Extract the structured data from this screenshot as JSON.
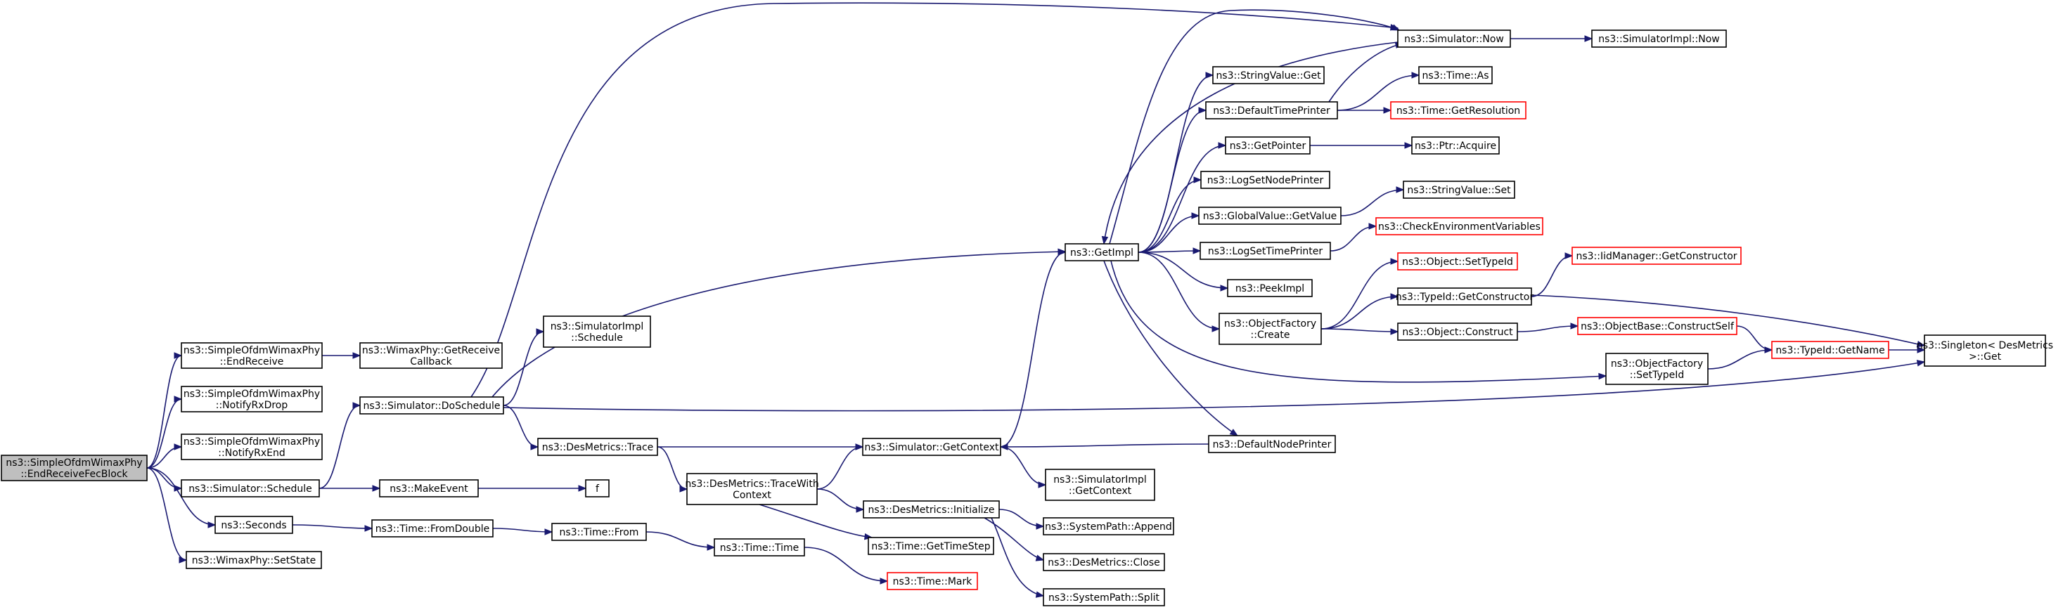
{
  "colors": {
    "edge": "#191970",
    "node_border": "#000000",
    "node_border_external": "#ff0000",
    "root_fill": "#bfbfbf",
    "node_fill": "#ffffff"
  },
  "nodes": [
    {
      "id": "root",
      "lines": [
        "ns3::SimpleOfdmWimaxPhy",
        "::EndReceiveFecBlock"
      ],
      "style": "root"
    },
    {
      "id": "endReceive",
      "lines": [
        "ns3::SimpleOfdmWimaxPhy",
        "::EndReceive"
      ],
      "style": "normal"
    },
    {
      "id": "notifyRxDrop",
      "lines": [
        "ns3::SimpleOfdmWimaxPhy",
        "::NotifyRxDrop"
      ],
      "style": "normal"
    },
    {
      "id": "notifyRxEnd",
      "lines": [
        "ns3::SimpleOfdmWimaxPhy",
        "::NotifyRxEnd"
      ],
      "style": "normal"
    },
    {
      "id": "schedule",
      "lines": [
        "ns3::Simulator::Schedule"
      ],
      "style": "normal"
    },
    {
      "id": "seconds",
      "lines": [
        "ns3::Seconds"
      ],
      "style": "normal"
    },
    {
      "id": "setState",
      "lines": [
        "ns3::WimaxPhy::SetState"
      ],
      "style": "normal"
    },
    {
      "id": "getReceiveCallback",
      "lines": [
        "ns3::WimaxPhy::GetReceive",
        "Callback"
      ],
      "style": "normal"
    },
    {
      "id": "doSchedule",
      "lines": [
        "ns3::Simulator::DoSchedule"
      ],
      "style": "normal"
    },
    {
      "id": "makeEvent",
      "lines": [
        "ns3::MakeEvent"
      ],
      "style": "normal"
    },
    {
      "id": "fromDouble",
      "lines": [
        "ns3::Time::FromDouble"
      ],
      "style": "normal"
    },
    {
      "id": "simImplSchedule",
      "lines": [
        "ns3::SimulatorImpl",
        "::Schedule"
      ],
      "style": "normal"
    },
    {
      "id": "desTrace",
      "lines": [
        "ns3::DesMetrics::Trace"
      ],
      "style": "normal"
    },
    {
      "id": "f",
      "lines": [
        "f"
      ],
      "style": "normal"
    },
    {
      "id": "timeFrom",
      "lines": [
        "ns3::Time::From"
      ],
      "style": "normal"
    },
    {
      "id": "traceWithContext",
      "lines": [
        "ns3::DesMetrics::TraceWith",
        "Context"
      ],
      "style": "normal"
    },
    {
      "id": "timeTime",
      "lines": [
        "ns3::Time::Time"
      ],
      "style": "normal"
    },
    {
      "id": "getImpl",
      "lines": [
        "ns3::GetImpl"
      ],
      "style": "normal"
    },
    {
      "id": "getContext",
      "lines": [
        "ns3::Simulator::GetContext"
      ],
      "style": "normal"
    },
    {
      "id": "desInit",
      "lines": [
        "ns3::DesMetrics::Initialize"
      ],
      "style": "normal"
    },
    {
      "id": "getTimeStep",
      "lines": [
        "ns3::Time::GetTimeStep"
      ],
      "style": "normal"
    },
    {
      "id": "timeMark",
      "lines": [
        "ns3::Time::Mark"
      ],
      "style": "external"
    },
    {
      "id": "simNow",
      "lines": [
        "ns3::Simulator::Now"
      ],
      "style": "normal"
    },
    {
      "id": "stringValueGet",
      "lines": [
        "ns3::StringValue::Get"
      ],
      "style": "normal"
    },
    {
      "id": "defaultTimePrinter",
      "lines": [
        "ns3::DefaultTimePrinter"
      ],
      "style": "normal"
    },
    {
      "id": "getPointer",
      "lines": [
        "ns3::GetPointer"
      ],
      "style": "normal"
    },
    {
      "id": "logSetNodePrinter",
      "lines": [
        "ns3::LogSetNodePrinter"
      ],
      "style": "normal"
    },
    {
      "id": "globalValueGetValue",
      "lines": [
        "ns3::GlobalValue::GetValue"
      ],
      "style": "normal"
    },
    {
      "id": "logSetTimePrinter",
      "lines": [
        "ns3::LogSetTimePrinter"
      ],
      "style": "normal"
    },
    {
      "id": "peekImpl",
      "lines": [
        "ns3::PeekImpl"
      ],
      "style": "normal"
    },
    {
      "id": "objectFactoryCreate",
      "lines": [
        "ns3::ObjectFactory",
        "::Create"
      ],
      "style": "normal"
    },
    {
      "id": "defaultNodePrinter",
      "lines": [
        "ns3::DefaultNodePrinter"
      ],
      "style": "normal"
    },
    {
      "id": "simImplGetContext",
      "lines": [
        "ns3::SimulatorImpl",
        "::GetContext"
      ],
      "style": "normal"
    },
    {
      "id": "systemPathAppend",
      "lines": [
        "ns3::SystemPath::Append"
      ],
      "style": "normal"
    },
    {
      "id": "desClose",
      "lines": [
        "ns3::DesMetrics::Close"
      ],
      "style": "normal"
    },
    {
      "id": "systemPathSplit",
      "lines": [
        "ns3::SystemPath::Split"
      ],
      "style": "normal"
    },
    {
      "id": "simImplNow",
      "lines": [
        "ns3::SimulatorImpl::Now"
      ],
      "style": "normal"
    },
    {
      "id": "timeAs",
      "lines": [
        "ns3::Time::As"
      ],
      "style": "normal"
    },
    {
      "id": "getResolution",
      "lines": [
        "ns3::Time::GetResolution"
      ],
      "style": "external"
    },
    {
      "id": "ptrAcquire",
      "lines": [
        "ns3::Ptr::Acquire"
      ],
      "style": "normal"
    },
    {
      "id": "stringValueSet",
      "lines": [
        "ns3::StringValue::Set"
      ],
      "style": "normal"
    },
    {
      "id": "checkEnvVars",
      "lines": [
        "ns3::CheckEnvironmentVariables"
      ],
      "style": "external"
    },
    {
      "id": "objectSetTypeId",
      "lines": [
        "ns3::Object::SetTypeId"
      ],
      "style": "external"
    },
    {
      "id": "typeIdGetConstructor",
      "lines": [
        "ns3::TypeId::GetConstructor"
      ],
      "style": "normal"
    },
    {
      "id": "objectConstruct",
      "lines": [
        "ns3::Object::Construct"
      ],
      "style": "normal"
    },
    {
      "id": "objectFactorySetTypeId",
      "lines": [
        "ns3::ObjectFactory",
        "::SetTypeId"
      ],
      "style": "normal"
    },
    {
      "id": "iidManagerGetConstructor",
      "lines": [
        "ns3::IidManager::GetConstructor"
      ],
      "style": "external"
    },
    {
      "id": "objectBaseConstructSelf",
      "lines": [
        "ns3::ObjectBase::ConstructSelf"
      ],
      "style": "external"
    },
    {
      "id": "typeIdGetName",
      "lines": [
        "ns3::TypeId::GetName"
      ],
      "style": "external"
    },
    {
      "id": "singletonGet",
      "lines": [
        "ns3::Singleton< DesMetrics",
        " >::Get"
      ],
      "style": "normal"
    }
  ],
  "edges": [
    [
      "root",
      "endReceive"
    ],
    [
      "root",
      "notifyRxDrop"
    ],
    [
      "root",
      "notifyRxEnd"
    ],
    [
      "root",
      "schedule"
    ],
    [
      "root",
      "seconds"
    ],
    [
      "root",
      "setState"
    ],
    [
      "endReceive",
      "getReceiveCallback"
    ],
    [
      "schedule",
      "doSchedule"
    ],
    [
      "schedule",
      "makeEvent"
    ],
    [
      "seconds",
      "fromDouble"
    ],
    [
      "doSchedule",
      "simNow"
    ],
    [
      "doSchedule",
      "getImpl"
    ],
    [
      "doSchedule",
      "simImplSchedule"
    ],
    [
      "doSchedule",
      "desTrace"
    ],
    [
      "doSchedule",
      "singletonGet"
    ],
    [
      "makeEvent",
      "f"
    ],
    [
      "fromDouble",
      "timeFrom"
    ],
    [
      "timeFrom",
      "timeTime"
    ],
    [
      "timeTime",
      "timeMark"
    ],
    [
      "desTrace",
      "getContext"
    ],
    [
      "desTrace",
      "traceWithContext"
    ],
    [
      "traceWithContext",
      "getContext"
    ],
    [
      "traceWithContext",
      "desInit"
    ],
    [
      "traceWithContext",
      "getTimeStep"
    ],
    [
      "getContext",
      "getImpl"
    ],
    [
      "getContext",
      "simImplGetContext"
    ],
    [
      "desInit",
      "systemPathAppend"
    ],
    [
      "desInit",
      "desClose"
    ],
    [
      "desInit",
      "systemPathSplit"
    ],
    [
      "getImpl",
      "simNow"
    ],
    [
      "getImpl",
      "stringValueGet"
    ],
    [
      "getImpl",
      "defaultTimePrinter"
    ],
    [
      "getImpl",
      "getPointer"
    ],
    [
      "getImpl",
      "logSetNodePrinter"
    ],
    [
      "getImpl",
      "globalValueGetValue"
    ],
    [
      "getImpl",
      "logSetTimePrinter"
    ],
    [
      "getImpl",
      "peekImpl"
    ],
    [
      "getImpl",
      "objectFactoryCreate"
    ],
    [
      "getImpl",
      "defaultNodePrinter"
    ],
    [
      "getImpl",
      "objectFactorySetTypeId"
    ],
    [
      "simNow",
      "getImpl"
    ],
    [
      "simNow",
      "simImplNow"
    ],
    [
      "defaultTimePrinter",
      "simNow"
    ],
    [
      "defaultTimePrinter",
      "timeAs"
    ],
    [
      "defaultTimePrinter",
      "getResolution"
    ],
    [
      "getPointer",
      "ptrAcquire"
    ],
    [
      "globalValueGetValue",
      "stringValueSet"
    ],
    [
      "logSetTimePrinter",
      "checkEnvVars"
    ],
    [
      "objectFactoryCreate",
      "objectSetTypeId"
    ],
    [
      "objectFactoryCreate",
      "typeIdGetConstructor"
    ],
    [
      "objectFactoryCreate",
      "objectConstruct"
    ],
    [
      "defaultNodePrinter",
      "getContext"
    ],
    [
      "typeIdGetConstructor",
      "iidManagerGetConstructor"
    ],
    [
      "typeIdGetConstructor",
      "singletonGet"
    ],
    [
      "objectConstruct",
      "objectBaseConstructSelf"
    ],
    [
      "objectFactorySetTypeId",
      "typeIdGetName"
    ],
    [
      "objectBaseConstructSelf",
      "typeIdGetName"
    ],
    [
      "typeIdGetName",
      "singletonGet"
    ]
  ]
}
